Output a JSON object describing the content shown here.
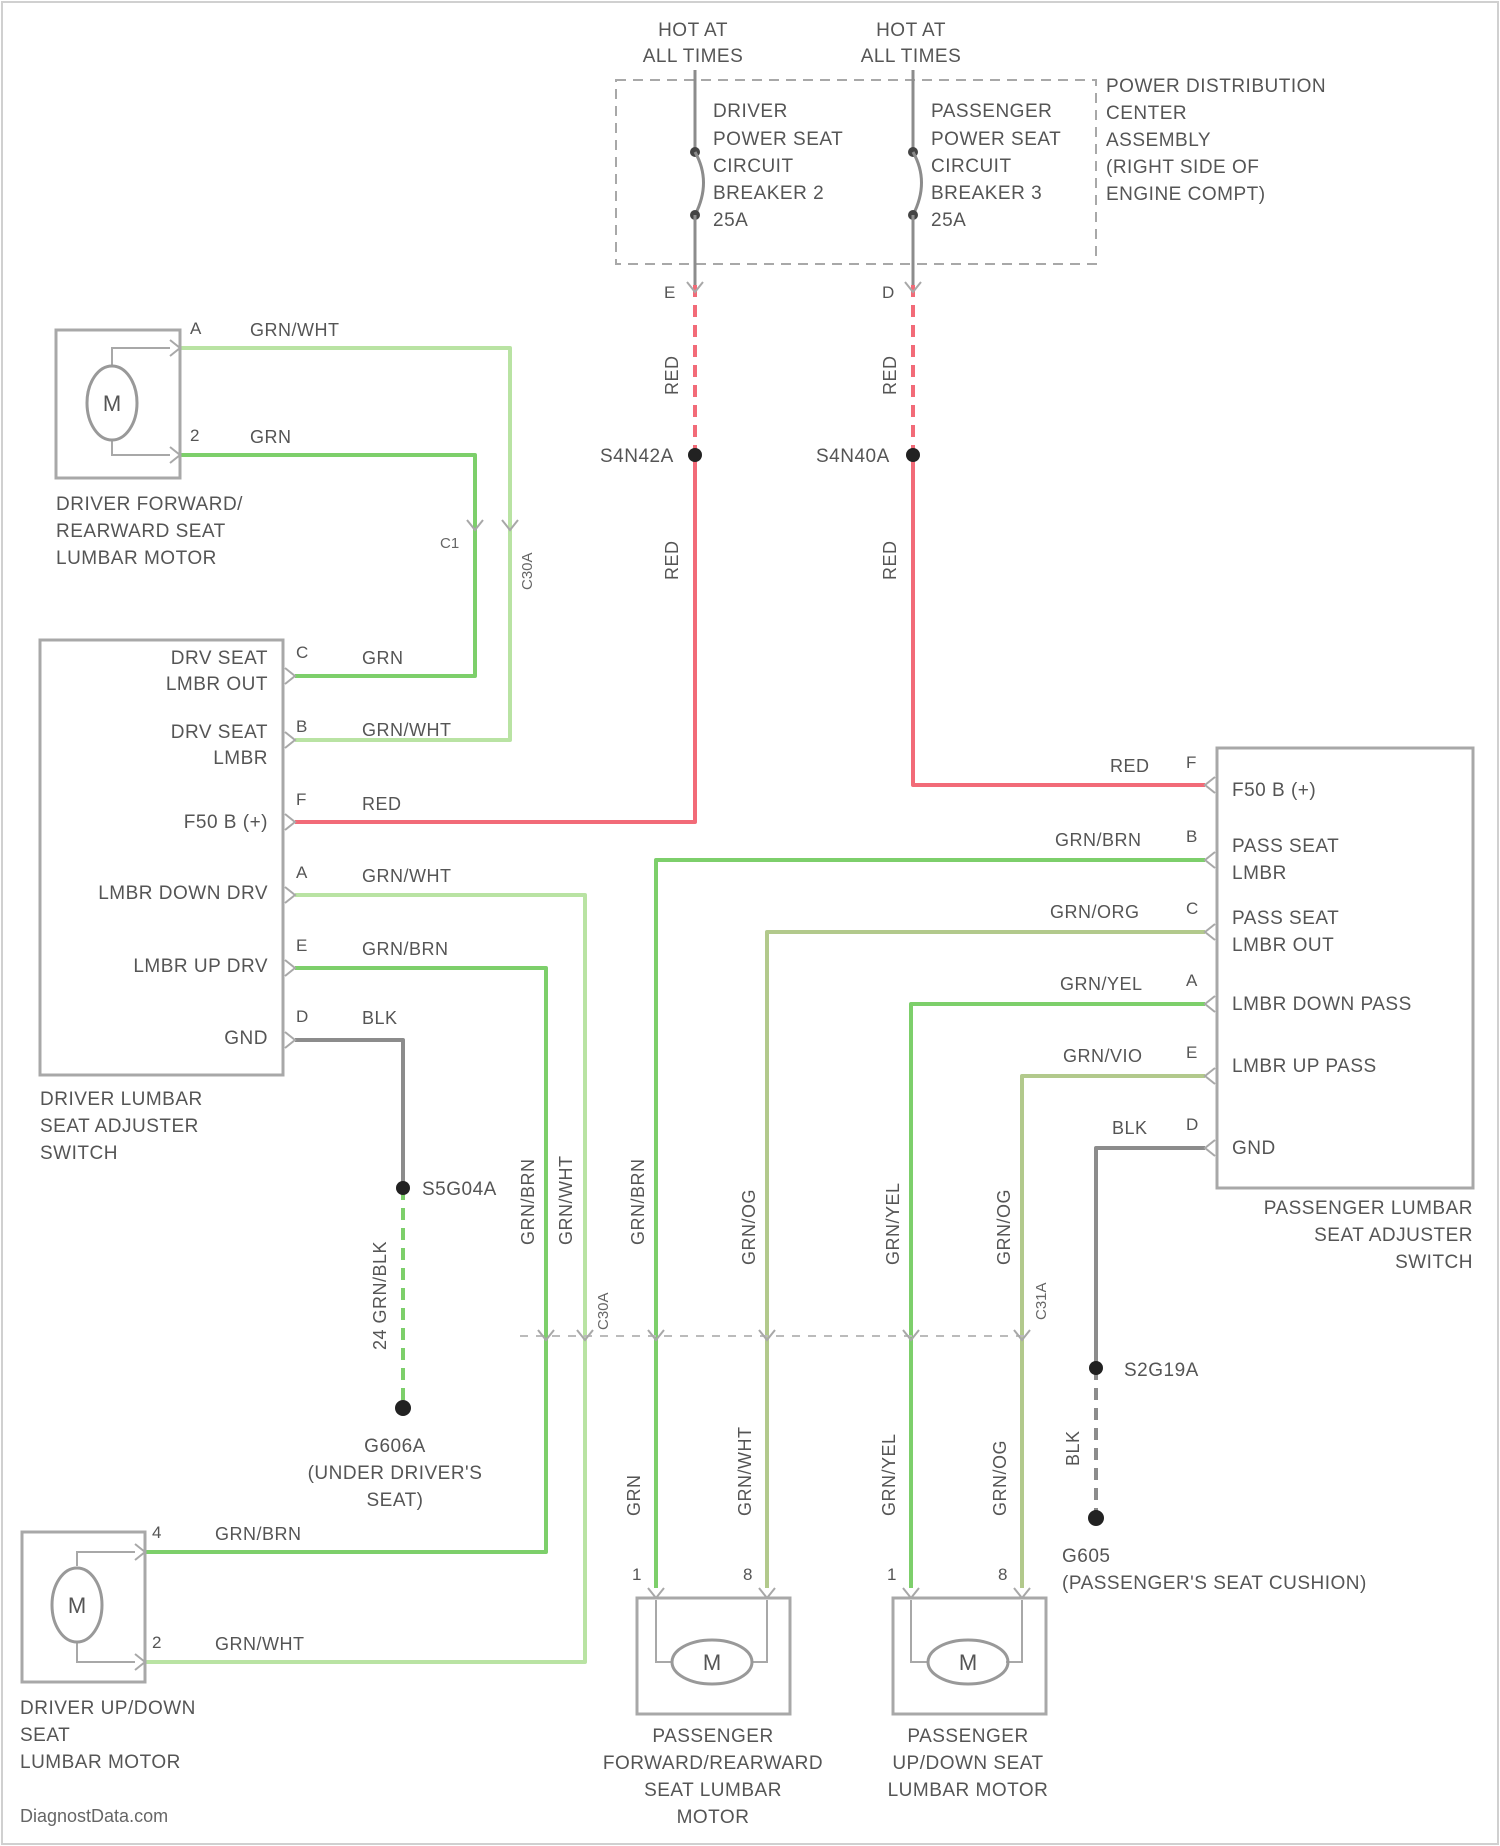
{
  "colors": {
    "green": "#7dcf6b",
    "light_green": "#b9e3a3",
    "olive": "#b2c98c",
    "red": "#f26b78",
    "gray": "#8c8c8c",
    "outline": "#a8a8a8"
  },
  "icons": {
    "motor": "circle-M-motor-symbol",
    "splice": "filled-dot",
    "ground": "filled-dot"
  },
  "pdc": {
    "label": [
      "POWER DISTRIBUTION",
      "CENTER",
      "ASSEMBLY",
      "(RIGHT SIDE OF",
      "ENGINE COMPT)"
    ],
    "hot1": [
      "HOT AT",
      "ALL TIMES"
    ],
    "hot2": [
      "HOT AT",
      "ALL TIMES"
    ],
    "cb1": [
      "DRIVER",
      "POWER SEAT",
      "CIRCUIT",
      "BREAKER 2",
      "25A"
    ],
    "cb2": [
      "PASSENGER",
      "POWER SEAT",
      "CIRCUIT",
      "BREAKER 3",
      "25A"
    ],
    "cb1_pin": "E",
    "cb2_pin": "D"
  },
  "feeds": {
    "left_wire_top": "RED",
    "left_splice": "S4N42A",
    "left_wire_bottom": "RED",
    "right_wire_top": "RED",
    "right_splice": "S4N40A",
    "right_wire_bottom": "RED"
  },
  "driver_fr_motor": {
    "label": [
      "DRIVER FORWARD/",
      "REARWARD SEAT",
      "LUMBAR MOTOR"
    ],
    "pin_a": "A",
    "wire_a": "GRN/WHT",
    "pin_2": "2",
    "wire_2": "GRN",
    "conn_label": "C1",
    "conn_pin": "C30A"
  },
  "driver_switch": {
    "label": [
      "DRIVER LUMBAR",
      "SEAT ADJUSTER",
      "SWITCH"
    ],
    "rows": [
      {
        "pin": "C",
        "name": [
          "DRV SEAT",
          "LMBR OUT"
        ],
        "wire": "GRN"
      },
      {
        "pin": "B",
        "name": [
          "DRV SEAT",
          "LMBR"
        ],
        "wire": "GRN/WHT"
      },
      {
        "pin": "F",
        "name": [
          "F50 B (+)"
        ],
        "wire": "RED"
      },
      {
        "pin": "A",
        "name": [
          "LMBR DOWN DRV"
        ],
        "wire": "GRN/WHT"
      },
      {
        "pin": "E",
        "name": [
          "LMBR UP DRV"
        ],
        "wire": "GRN/BRN"
      },
      {
        "pin": "D",
        "name": [
          "GND"
        ],
        "wire": "BLK"
      }
    ]
  },
  "driver_ground": {
    "splice": "S5G04A",
    "wire": "24 GRN/BLK",
    "ground": [
      "G606A",
      "(UNDER DRIVER'S",
      "SEAT)"
    ]
  },
  "center_connector": {
    "wire_1": "GRN/BRN",
    "wire_2": "GRN/WHT",
    "wire_3": "GRN/BRN",
    "wire_4": "GRN/OG",
    "wire_5": "GRN/YEL",
    "wire_6": "GRN/OG",
    "conn_left": "C30A",
    "conn_right": "C31A"
  },
  "driver_ud_motor": {
    "label": [
      "DRIVER UP/DOWN",
      "SEAT",
      "LUMBAR MOTOR"
    ],
    "pin_4": "4",
    "wire_4": "GRN/BRN",
    "pin_2": "2",
    "wire_2": "GRN/WHT"
  },
  "pass_switch": {
    "label": [
      "PASSENGER LUMBAR",
      "SEAT ADJUSTER",
      "SWITCH"
    ],
    "rows": [
      {
        "pin": "F",
        "name": [
          "F50 B (+)"
        ],
        "wire": "RED"
      },
      {
        "pin": "B",
        "name": [
          "PASS SEAT",
          "LMBR"
        ],
        "wire": "GRN/BRN"
      },
      {
        "pin": "C",
        "name": [
          "PASS SEAT",
          "LMBR OUT"
        ],
        "wire": "GRN/ORG"
      },
      {
        "pin": "A",
        "name": [
          "LMBR DOWN PASS"
        ],
        "wire": "GRN/YEL"
      },
      {
        "pin": "E",
        "name": [
          "LMBR UP PASS"
        ],
        "wire": "GRN/VIO"
      },
      {
        "pin": "D",
        "name": [
          "GND"
        ],
        "wire": "BLK"
      }
    ]
  },
  "pass_ground": {
    "splice": "S2G19A",
    "wire": "BLK",
    "ground": [
      "G605",
      "(PASSENGER'S SEAT CUSHION)"
    ]
  },
  "pass_fr_motor": {
    "label": [
      "PASSENGER",
      "FORWARD/REARWARD",
      "SEAT LUMBAR",
      "MOTOR"
    ],
    "wire_a": "GRN",
    "wire_b": "GRN/WHT",
    "pin_a": "1",
    "pin_b": "8"
  },
  "pass_ud_motor": {
    "label": [
      "PASSENGER",
      "UP/DOWN SEAT",
      "LUMBAR MOTOR"
    ],
    "wire_a": "GRN/YEL",
    "wire_b": "GRN/OG",
    "pin_a": "1",
    "pin_b": "8"
  },
  "motor_letter": "M",
  "watermark": "DiagnostData.com"
}
